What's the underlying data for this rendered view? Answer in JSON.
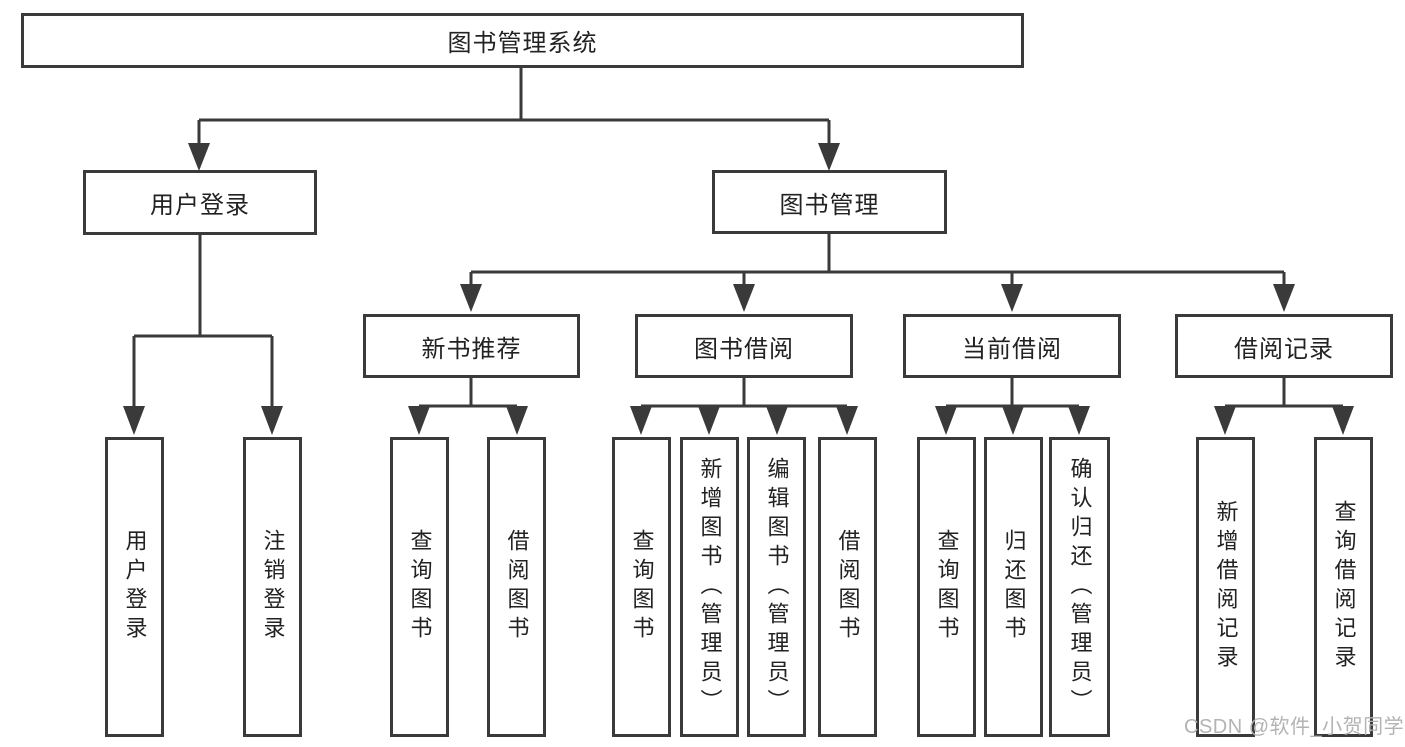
{
  "diagram_title": "图书管理系统",
  "nodes": {
    "root": "图书管理系统",
    "login": "用户登录",
    "mgmt": "图书管理",
    "new_books": "新书推荐",
    "borrow": "图书借阅",
    "current": "当前借阅",
    "records": "借阅记录",
    "login_user": "用户登录",
    "login_logout": "注销登录",
    "nb_query": "查询图书",
    "nb_borrow": "借阅图书",
    "bw_query": "查询图书",
    "bw_add": "新增图书（管理员）",
    "bw_edit": "编辑图书（管理员）",
    "bw_borrow": "借阅图书",
    "cur_query": "查询图书",
    "cur_return": "归还图书",
    "cur_confirm": "确认归还（管理员）",
    "rec_add": "新增借阅记录",
    "rec_query": "查询借阅记录"
  },
  "watermark": "CSDN @软件_小贺同学",
  "colors": {
    "line": "#3a3a3a",
    "text": "#222222",
    "watermark": "#b3b3b3",
    "background": "#ffffff"
  }
}
